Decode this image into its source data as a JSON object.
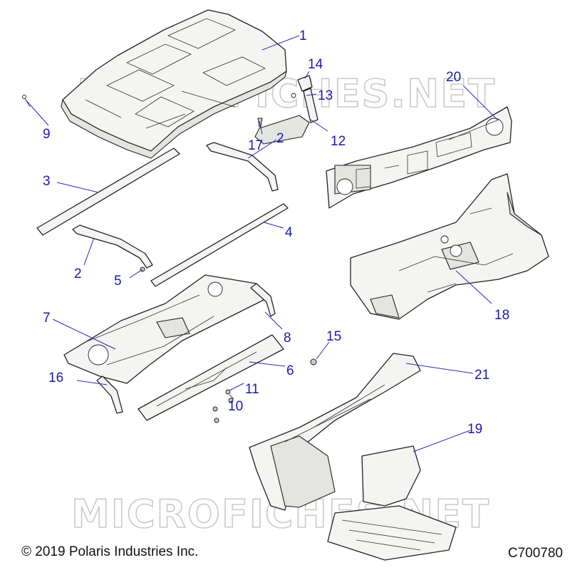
{
  "callouts": [
    {
      "id": "1",
      "label": "1"
    },
    {
      "id": "2a",
      "label": "2"
    },
    {
      "id": "2b",
      "label": "2"
    },
    {
      "id": "3",
      "label": "3"
    },
    {
      "id": "4",
      "label": "4"
    },
    {
      "id": "5",
      "label": "5"
    },
    {
      "id": "6",
      "label": "6"
    },
    {
      "id": "7",
      "label": "7"
    },
    {
      "id": "8",
      "label": "8"
    },
    {
      "id": "9",
      "label": "9"
    },
    {
      "id": "10",
      "label": "10"
    },
    {
      "id": "11",
      "label": "11"
    },
    {
      "id": "12",
      "label": "12"
    },
    {
      "id": "13",
      "label": "13"
    },
    {
      "id": "14",
      "label": "14"
    },
    {
      "id": "15",
      "label": "15"
    },
    {
      "id": "16",
      "label": "16"
    },
    {
      "id": "17",
      "label": "17"
    },
    {
      "id": "18",
      "label": "18"
    },
    {
      "id": "19",
      "label": "19"
    },
    {
      "id": "20",
      "label": "20"
    },
    {
      "id": "21",
      "label": "21"
    }
  ],
  "watermark": "MICROFICHES.NET",
  "footer": {
    "copyright": "© 2019 Polaris Industries Inc.",
    "drawing_number": "C700780"
  },
  "colors": {
    "callout": "#1a1ab0",
    "line_art": "#222222",
    "watermark": "#b9b9b9"
  }
}
